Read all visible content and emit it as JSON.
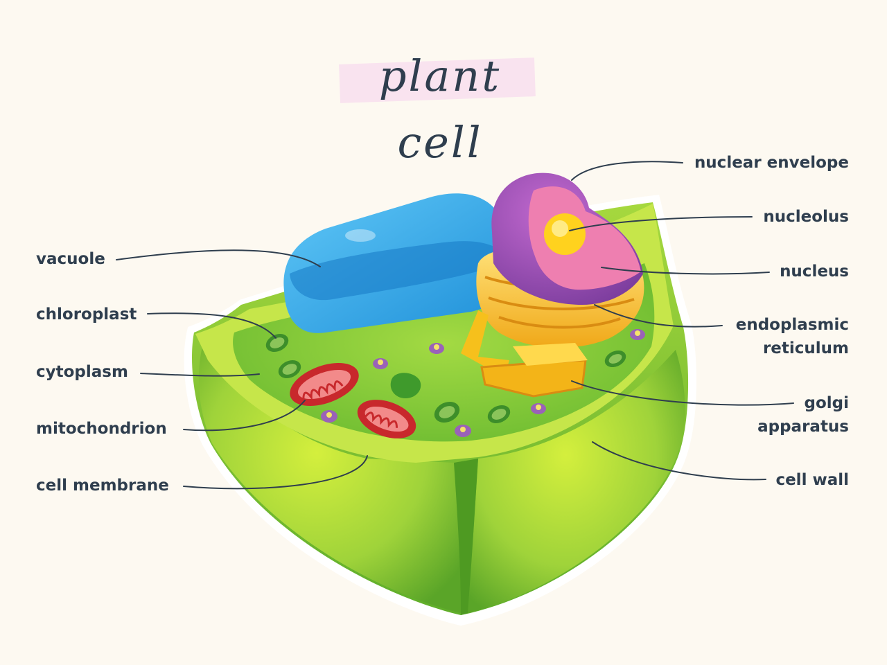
{
  "title": "plant cell",
  "labels": {
    "vacuole": "vacuole",
    "chloroplast": "chloroplast",
    "cytoplasm": "cytoplasm",
    "mitochondrion": "mitochondrion",
    "cell_membrane": "cell membrane",
    "nuclear_envelope": "nuclear envelope",
    "nucleolus": "nucleolus",
    "nucleus": "nucleus",
    "endoplasmic_reticulum_1": "endoplasmic",
    "endoplasmic_reticulum_2": "reticulum",
    "golgi_apparatus_1": "golgi",
    "golgi_apparatus_2": "apparatus",
    "cell_wall": "cell wall"
  },
  "colors": {
    "background": "#fdf9f1",
    "title_band": "#f9e3ef",
    "text": "#2f3e4e",
    "cell_wall": "#77c13a",
    "cytoplasm": "#8ccf3f",
    "vacuole": "#32aef0",
    "nucleus": "#e8639b",
    "nuclear_envelope": "#9a4fb6",
    "nucleolus": "#ffd21e",
    "endoplasmic_reticulum": "#f9c520",
    "mitochondrion": "#c8282c",
    "chloroplast": "#3d8e2a",
    "vesicle": "#9a62b8"
  }
}
